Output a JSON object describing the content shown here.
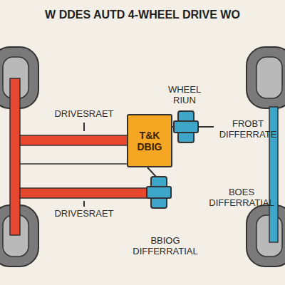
{
  "diagram": {
    "title": "W DDES AUTD 4-WHEEL DRIVE WO",
    "nodes": [
      {
        "text": [
          "T&K DBIG"
        ]
      }
    ],
    "labels": [
      "WHEEL RIUN",
      "DRIVESRAET",
      "FROBT DIFFERRATE",
      "DRIVESRAET",
      "BOES DIFFERRATIAL",
      "BBIOG DIFFERRATIAL"
    ]
  }
}
